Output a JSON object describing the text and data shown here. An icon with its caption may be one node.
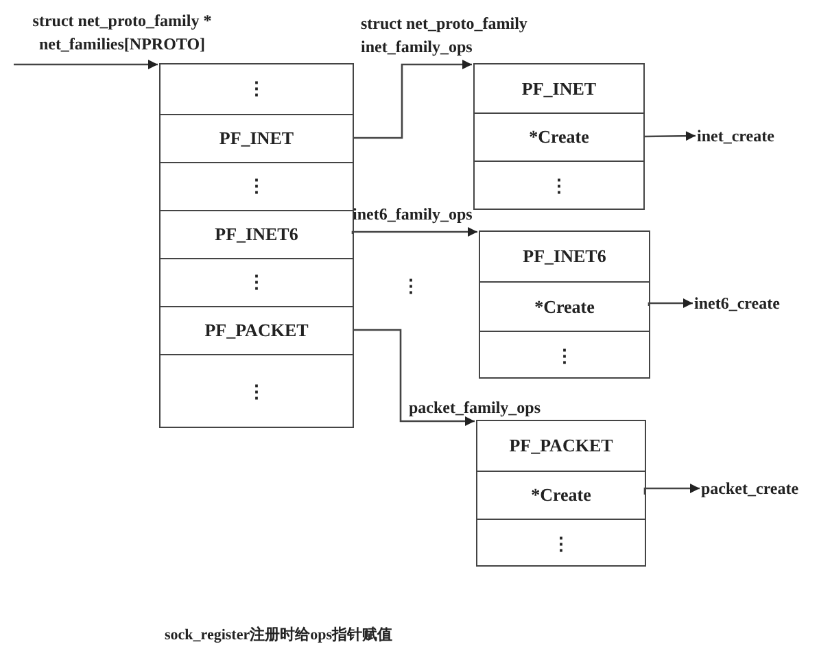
{
  "diagram": {
    "caption": "sock_register注册时给ops指针赋值",
    "nodes": [
      {
        "text": [
          "struct net_proto_family * net_families[NPROTO]"
        ]
      },
      {
        "text": [
          "⋮"
        ],
        "in": 0
      },
      {
        "text": [
          "PF_INET"
        ],
        "in": 0
      },
      {
        "text": [
          "⋮"
        ],
        "in": 0
      },
      {
        "text": [
          "PF_INET6"
        ],
        "in": 0
      },
      {
        "text": [
          "⋮"
        ],
        "in": 0
      },
      {
        "text": [
          "PF_PACKET"
        ],
        "in": 0
      },
      {
        "text": [
          "⋮"
        ],
        "in": 0
      },
      {
        "text": [
          "struct net_proto_family inet_family_ops"
        ]
      },
      {
        "text": [
          "PF_INET"
        ],
        "in": 8
      },
      {
        "text": [
          "*Create"
        ],
        "in": 8
      },
      {
        "text": [
          "⋮"
        ],
        "in": 8
      },
      {
        "text": [
          "inet6_family_ops"
        ]
      },
      {
        "text": [
          "PF_INET6"
        ],
        "in": 12
      },
      {
        "text": [
          "*Create"
        ],
        "in": 12
      },
      {
        "text": [
          "⋮"
        ],
        "in": 12
      },
      {
        "text": [
          "packet_family_ops"
        ]
      },
      {
        "text": [
          "PF_PACKET"
        ],
        "in": 16
      },
      {
        "text": [
          "*Create"
        ],
        "in": 16
      },
      {
        "text": [
          "⋮"
        ],
        "in": 16
      },
      {
        "text": [
          "inet_create"
        ]
      },
      {
        "text": [
          "inet6_create"
        ]
      },
      {
        "text": [
          "packet_create"
        ]
      }
    ],
    "edges": [
      {
        "from": null,
        "to": 0,
        "arrow": "to"
      },
      {
        "from": 2,
        "to": 8,
        "arrow": "to"
      },
      {
        "from": 4,
        "to": 12,
        "arrow": "to"
      },
      {
        "from": 6,
        "to": 16,
        "arrow": "to"
      },
      {
        "from": 10,
        "to": 20,
        "arrow": "to"
      },
      {
        "from": 14,
        "to": 21,
        "arrow": "to"
      },
      {
        "from": 18,
        "to": 22,
        "arrow": "to"
      }
    ],
    "labels": [
      "⋮"
    ]
  }
}
